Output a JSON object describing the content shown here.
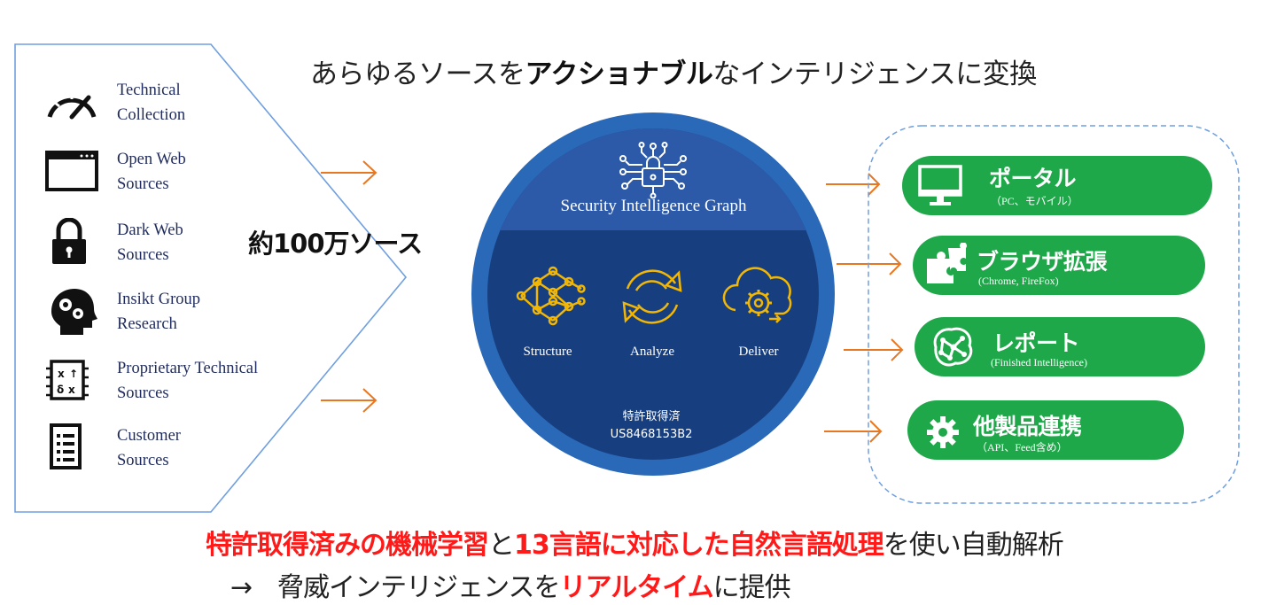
{
  "title": {
    "pre": "あらゆるソースを",
    "bold": "アクショナブル",
    "post": "なインテリジェンスに変換"
  },
  "sources": [
    {
      "icon": "speedometer-icon",
      "label": "Technical\nCollection"
    },
    {
      "icon": "browser-window-icon",
      "label": "Open Web\nSources"
    },
    {
      "icon": "padlock-icon",
      "label": "Dark Web\nSources"
    },
    {
      "icon": "head-gears-icon",
      "label": "Insikt Group\nResearch"
    },
    {
      "icon": "circuit-chip-icon",
      "label": "Proprietary Technical\nSources"
    },
    {
      "icon": "document-list-icon",
      "label": "Customer\nSources"
    }
  ],
  "source_count": "約100万ソース",
  "core": {
    "title": "Security Intelligence Graph",
    "steps": [
      "Structure",
      "Analyze",
      "Deliver"
    ],
    "patent_line1": "特許取得済",
    "patent_line2": "US8468153B2"
  },
  "outputs": [
    {
      "icon": "monitor-icon",
      "title": "ポータル",
      "sub": "（PC、モバイル）"
    },
    {
      "icon": "puzzle-icon",
      "title": "ブラウザ拡張",
      "sub": "(Chrome, FireFox)"
    },
    {
      "icon": "brain-network-icon",
      "title": "レポート",
      "sub": "(Finished Intelligence)"
    },
    {
      "icon": "gear-icon",
      "title": "他製品連携",
      "sub": "（API、Feed含め）"
    }
  ],
  "footer": {
    "line1_a": "特許取得済みの機械学習",
    "line1_b": "と",
    "line1_c": "13言語に対応した自然言語処理",
    "line1_d": "を使い自動解析",
    "line2_a": "→　脅威インテリジェンスを",
    "line2_b": "リアルタイム",
    "line2_c": "に提供"
  },
  "colors": {
    "accent_orange": "#e87722",
    "outline_blue": "#6f9fe0",
    "circle_blue": "#1f5fb0",
    "circle_dark": "#163f7f",
    "icon_gold": "#f2b705",
    "output_green": "#1fa84a",
    "highlight_red": "#ff1a1a"
  }
}
